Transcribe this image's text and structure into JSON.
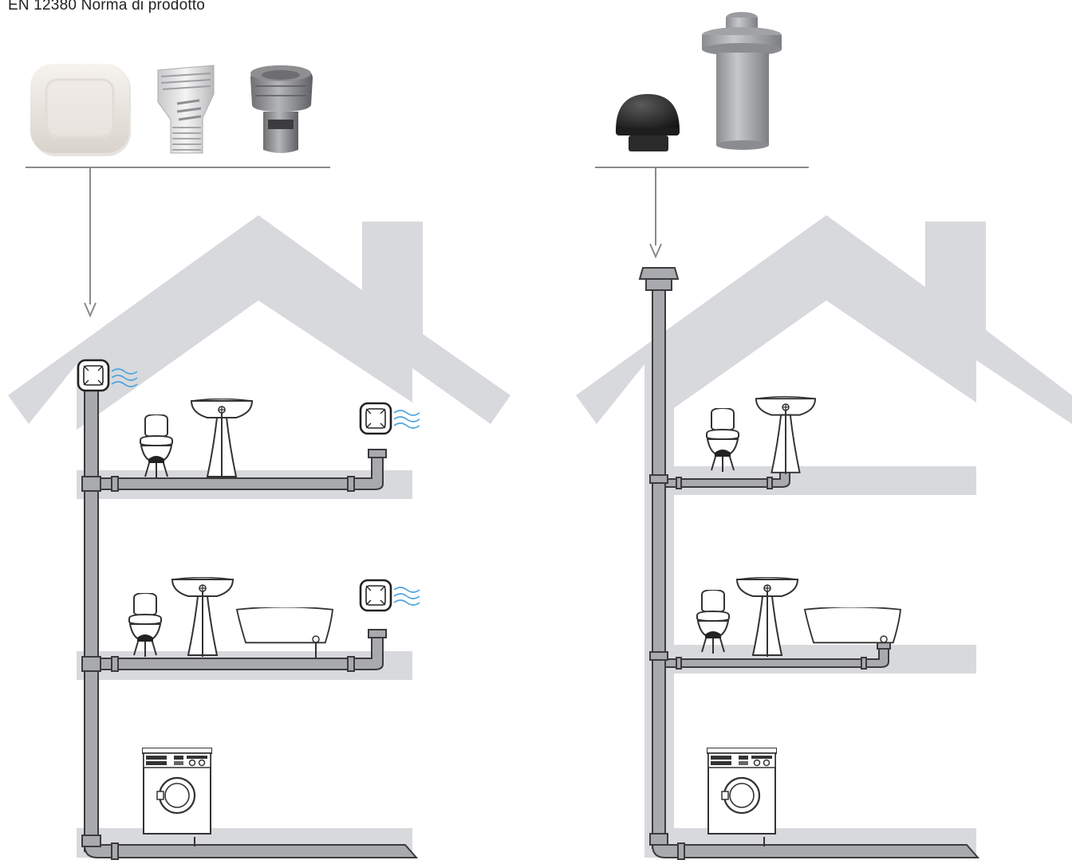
{
  "caption": "EN 12380 Norma di prodotto",
  "colors": {
    "house": "#d8d9dc",
    "pipe_fill": "#a9aaad",
    "pipe_stroke": "#3b3b3b",
    "vent_waves": "#4aa3dd",
    "connector_line": "#8a8a8a"
  },
  "panels": [
    {
      "id": "left",
      "system": "air-admittance-valves",
      "products": [
        "air-valve-square-cover",
        "air-valve-threaded-adapter",
        "air-valve-grey-cap"
      ],
      "floors": [
        {
          "level": "top",
          "fixtures": [
            "toilet",
            "washbasin",
            "air-admittance-valve"
          ]
        },
        {
          "level": "middle",
          "fixtures": [
            "toilet",
            "washbasin",
            "bathtub",
            "air-admittance-valve"
          ]
        },
        {
          "level": "ground",
          "fixtures": [
            "washing-machine"
          ]
        }
      ]
    },
    {
      "id": "right",
      "system": "roof-vent-stack",
      "products": [
        "black-vent-cap",
        "grey-vent-pipe"
      ],
      "floors": [
        {
          "level": "top",
          "fixtures": [
            "toilet",
            "washbasin"
          ]
        },
        {
          "level": "middle",
          "fixtures": [
            "toilet",
            "washbasin",
            "bathtub"
          ]
        },
        {
          "level": "ground",
          "fixtures": [
            "washing-machine"
          ]
        }
      ]
    }
  ]
}
